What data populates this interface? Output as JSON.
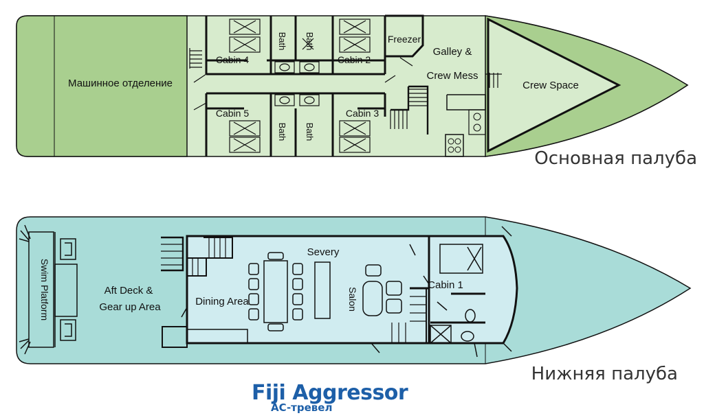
{
  "upper_deck": {
    "title": "Основная палуба",
    "colors": {
      "engine": "#a9cf8f",
      "interior": "#d7ebcd",
      "bow": "#a9cf8f",
      "wall": "#111111"
    },
    "labels": {
      "engine_room": "Машинное отделение",
      "cabin_4": "Cabin 4",
      "cabin_2": "Cabin 2",
      "cabin_5": "Cabin 5",
      "cabin_3": "Cabin 3",
      "bath": "Bath",
      "freezer": "Freezer",
      "galley_line1": "Galley &",
      "galley_line2": "Crew Mess",
      "crew_space": "Crew Space"
    }
  },
  "lower_deck": {
    "title": "Нижняя палуба",
    "colors": {
      "hull": "#a9dcd8",
      "interior": "#d0ecf0",
      "wall": "#111111"
    },
    "labels": {
      "swim_platform": "Swim Platform",
      "aft_deck_line1": "Aft Deck &",
      "aft_deck_line2": "Gear up Area",
      "dining_area": "Dining Area",
      "severy": "Severy",
      "salon": "Salon",
      "cabin_1": "Cabin 1"
    }
  },
  "brand": {
    "name": "Fiji Aggressor",
    "subtitle": "AC-тревел",
    "color": "#1d5fa8"
  }
}
